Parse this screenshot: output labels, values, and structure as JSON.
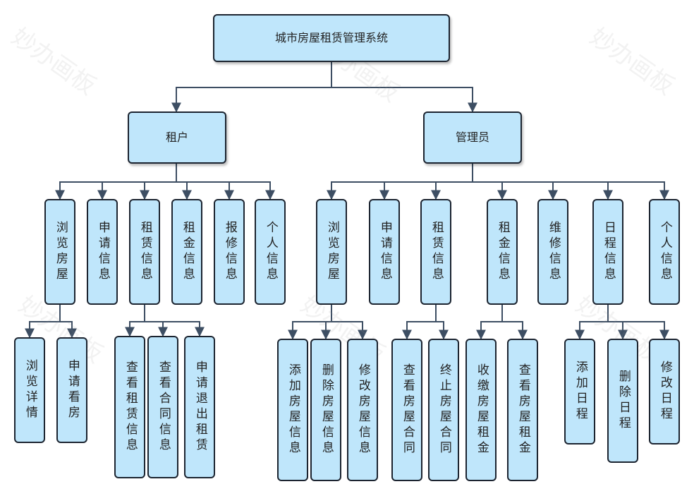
{
  "root": "城市房屋租赁管理系统",
  "tenant": {
    "label": "租户",
    "items": [
      "浏览房屋",
      "申请信息",
      "租赁信息",
      "租金信息",
      "报修信息",
      "个人信息"
    ],
    "browse_children": [
      "浏览详情",
      "申请看房"
    ],
    "lease_children": [
      "查看租赁信息",
      "查看合同信息",
      "申请退出租赁"
    ]
  },
  "admin": {
    "label": "管理员",
    "items": [
      "浏览房屋",
      "申请信息",
      "租赁信息",
      "租金信息",
      "维修信息",
      "日程信息",
      "个人信息"
    ],
    "browse_children": [
      "添加房屋信息",
      "删除房屋信息",
      "修改房屋信息"
    ],
    "lease_children": [
      "查看房屋合同",
      "终止房屋合同"
    ],
    "rent_children": [
      "收缴房屋租金",
      "查看房屋租金"
    ],
    "schedule_children": [
      "添加日程",
      "删除日程",
      "修改日程"
    ]
  },
  "watermark": "妙办画板"
}
